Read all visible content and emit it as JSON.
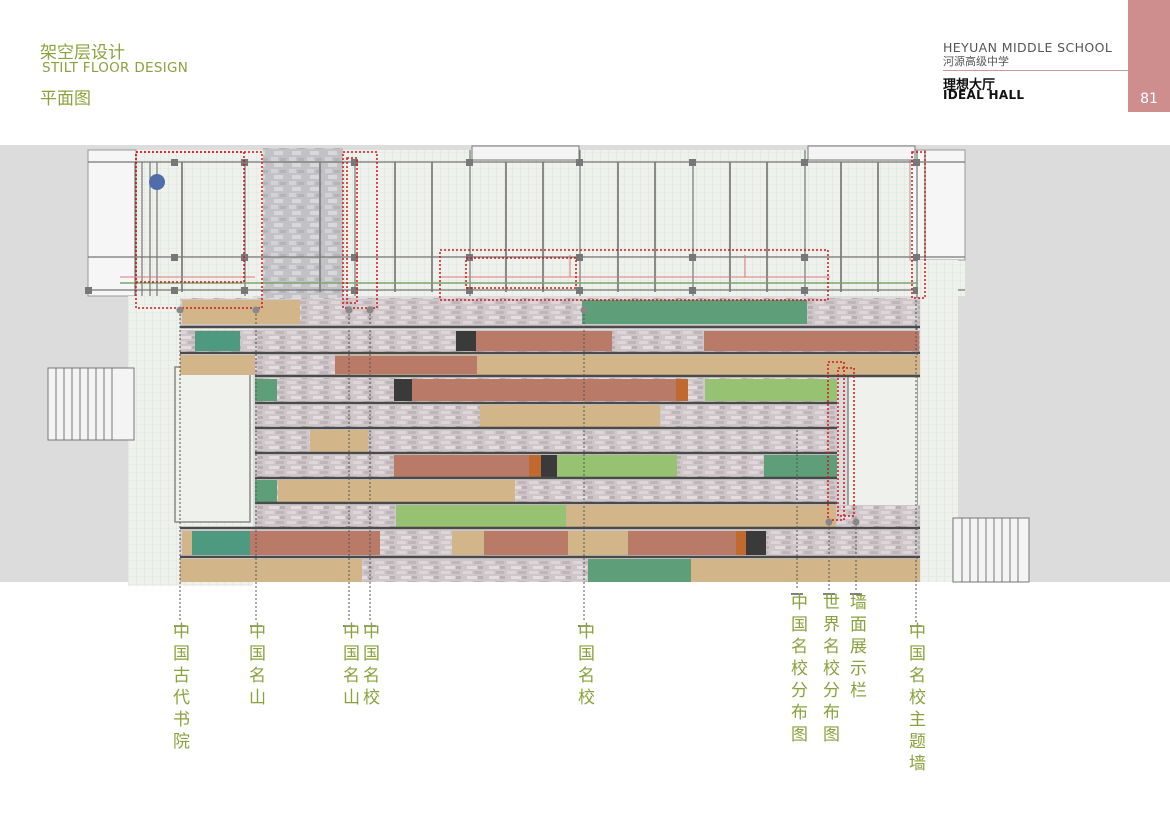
{
  "header": {
    "title_cn": "架空层设计",
    "title_en": "STILT FLOOR DESIGN",
    "subtitle_cn": "平面图",
    "school_en": "HEYUAN  MIDDLE SCHOOL",
    "school_cn": "河源高级中学",
    "hall_cn": "理想大厅",
    "hall_en": "IDEAL HALL",
    "page_number": "81"
  },
  "colors": {
    "accent_green": "#8aa23d",
    "page_box": "#cf8e8e",
    "annotation_red": "#d01818"
  },
  "callouts": [
    {
      "label": "中国古代书院"
    },
    {
      "label": "中国名山"
    },
    {
      "label": "中国名山"
    },
    {
      "label": "中国名校"
    },
    {
      "label": "中国名校"
    },
    {
      "label": "中国名校分布图"
    },
    {
      "label": "世界名校分布图"
    },
    {
      "label": "墙面展示栏"
    },
    {
      "label": "中国名校主题墙"
    }
  ]
}
